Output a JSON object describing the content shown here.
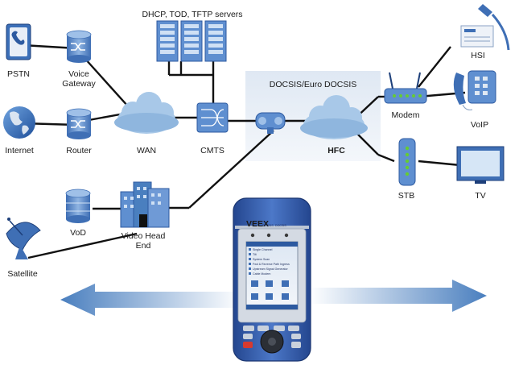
{
  "labels": {
    "pstn": "PSTN",
    "voice_gateway_1": "Voice",
    "voice_gateway_2": "Gateway",
    "internet": "Internet",
    "router": "Router",
    "wan": "WAN",
    "cmts": "CMTS",
    "servers": "DHCP, TOD, TFTP servers",
    "docsis": "DOCSIS/Euro DOCSIS",
    "hfc": "HFC",
    "modem": "Modem",
    "hsi": "HSI",
    "voip": "VoIP",
    "stb": "STB",
    "tv": "TV",
    "vod": "VoD",
    "video_head_end_1": "Video Head",
    "video_head_end_2": "End",
    "satellite": "Satellite"
  },
  "device": {
    "brand": "VEEX",
    "model_a": "DOCSIS",
    "model_b": "DOCSIS",
    "menu_items": [
      "Single Channel",
      "Tilt",
      "System Scan",
      "Fwd & Reverse Path Ingress",
      "Upstream Signal Generator",
      "Cable Modem"
    ]
  },
  "colors": {
    "cloud": "#9fc4e6",
    "device_blue": "#3057a8",
    "arrow_blue": "#4a7fbf",
    "docsis_panel": "#e6eef7",
    "modem_led": "#66cc33"
  }
}
